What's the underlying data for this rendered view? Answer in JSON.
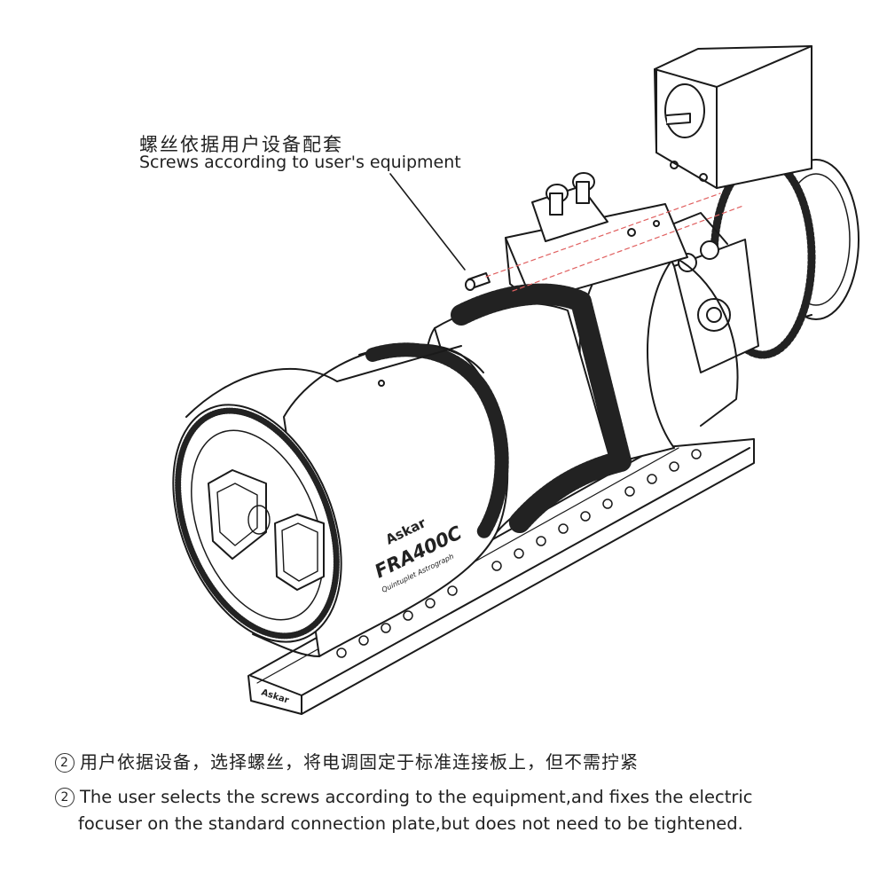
{
  "callout": {
    "zh": "螺丝依据用户设备配套",
    "en": "Screws according to user's equipment"
  },
  "lens": {
    "brand": "Askar",
    "model": "FRA400C",
    "subtitle": "Quintuplet Astrograph"
  },
  "plate": {
    "brand": "Askar"
  },
  "instruction": {
    "step_marker": "2",
    "zh": "用户依据设备，选择螺丝，将电调固定于标准连接板上，但不需拧紧",
    "en_line1": "The user selects the screws according to the equipment,and fixes the electric",
    "en_line2": "focuser on the standard connection plate,but does not need to be tightened."
  },
  "colors": {
    "line": "#1a1a1a",
    "ring": "#222222",
    "guide": "#e06060",
    "paper": "#ffffff"
  }
}
